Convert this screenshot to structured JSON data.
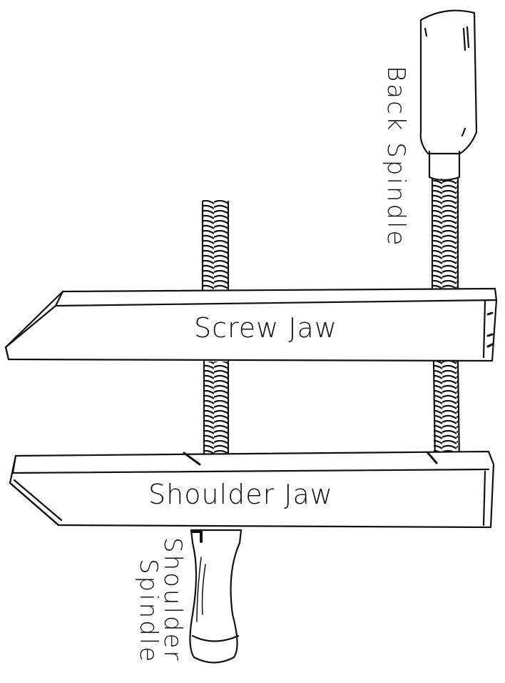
{
  "diagram": {
    "subject": "Hand screw clamp",
    "style": "pen-and-ink line drawing",
    "colors": {
      "ink": "#111111",
      "paper": "#ffffff"
    },
    "labels": {
      "back_spindle": "Back Spindle",
      "screw_jaw": "Screw Jaw",
      "shoulder_jaw": "Shoulder Jaw",
      "shoulder_spindle_line1": "Shoulder",
      "shoulder_spindle_line2": "Spindle"
    },
    "parts": [
      {
        "id": "back-spindle",
        "label": "Back Spindle",
        "orientation": "vertical, right side, handle on top"
      },
      {
        "id": "screw-jaw",
        "label": "Screw Jaw",
        "orientation": "horizontal, upper jaw"
      },
      {
        "id": "shoulder-jaw",
        "label": "Shoulder Jaw",
        "orientation": "horizontal, lower jaw"
      },
      {
        "id": "shoulder-spindle",
        "label": "Shoulder Spindle",
        "orientation": "vertical, center, handle on bottom"
      }
    ]
  }
}
